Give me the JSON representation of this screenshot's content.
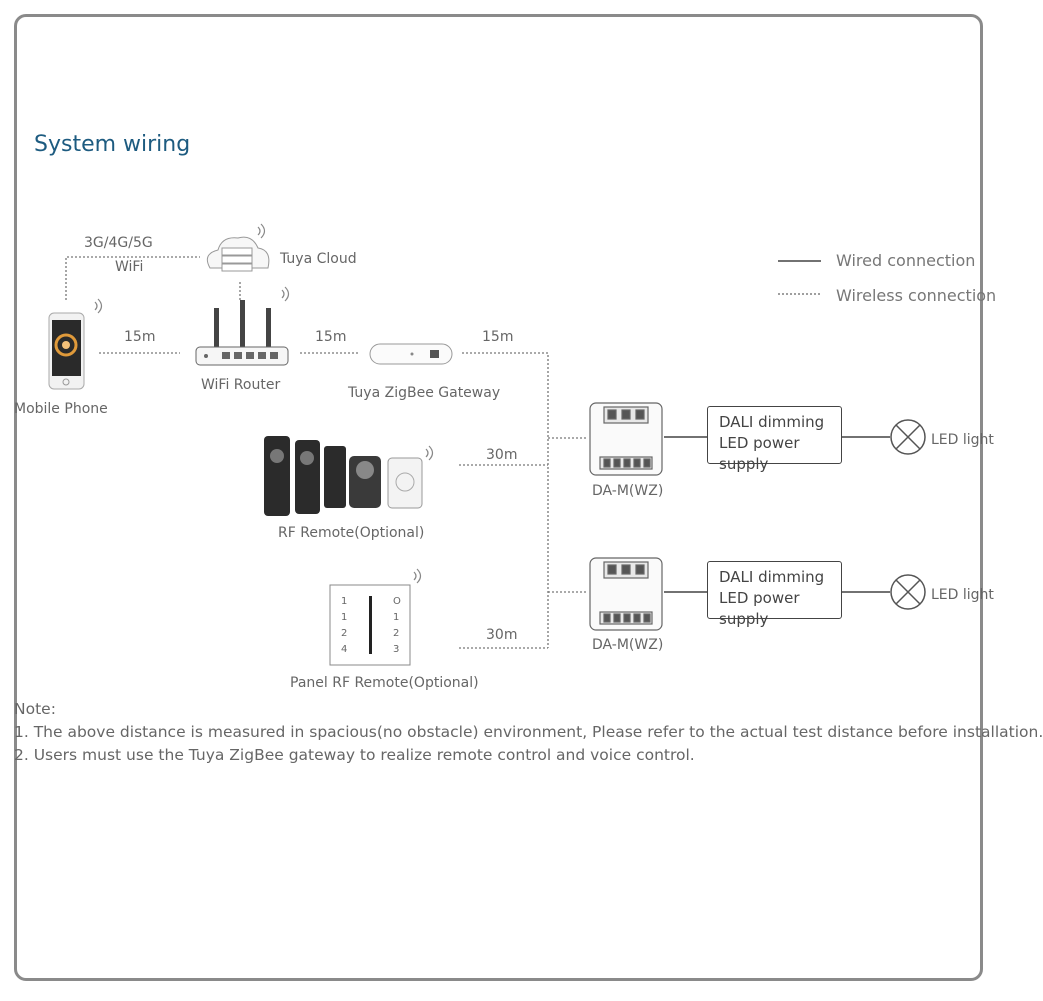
{
  "title": "System wiring",
  "network": {
    "mobile_label": "3G/4G/5G",
    "wifi_label": "WiFi"
  },
  "devices": {
    "cloud": "Tuya Cloud",
    "router": "WiFi Router",
    "gateway": "Tuya ZigBee Gateway",
    "phone": "Mobile Phone",
    "rf_remote": "RF Remote(Optional)",
    "panel_remote": "Panel RF Remote(Optional)",
    "dam_top": "DA-M(WZ)",
    "dam_bottom": "DA-M(WZ)",
    "led_top": "LED light",
    "led_bottom": "LED light"
  },
  "psu": {
    "line1": "DALI dimming",
    "line2": "LED power supply"
  },
  "distances": {
    "phone_router": "15m",
    "router_gateway": "15m",
    "gateway_dam": "15m",
    "rf_remote": "30m",
    "panel_remote": "30m"
  },
  "legend": {
    "wired": "Wired connection",
    "wireless": "Wireless connection"
  },
  "panel_keys": [
    "1",
    "O",
    "1",
    "1",
    "2",
    "2",
    "4",
    "3"
  ],
  "notes": {
    "heading": "Note:",
    "items": [
      "1. The above distance is measured in spacious(no obstacle) environment, Please refer to the actual test distance before installation.",
      "2. Users must use the Tuya ZigBee gateway to realize remote control and voice control."
    ]
  },
  "colors": {
    "title": "#1d5b80",
    "line": "#555555",
    "frame": "#8a8a8a"
  }
}
